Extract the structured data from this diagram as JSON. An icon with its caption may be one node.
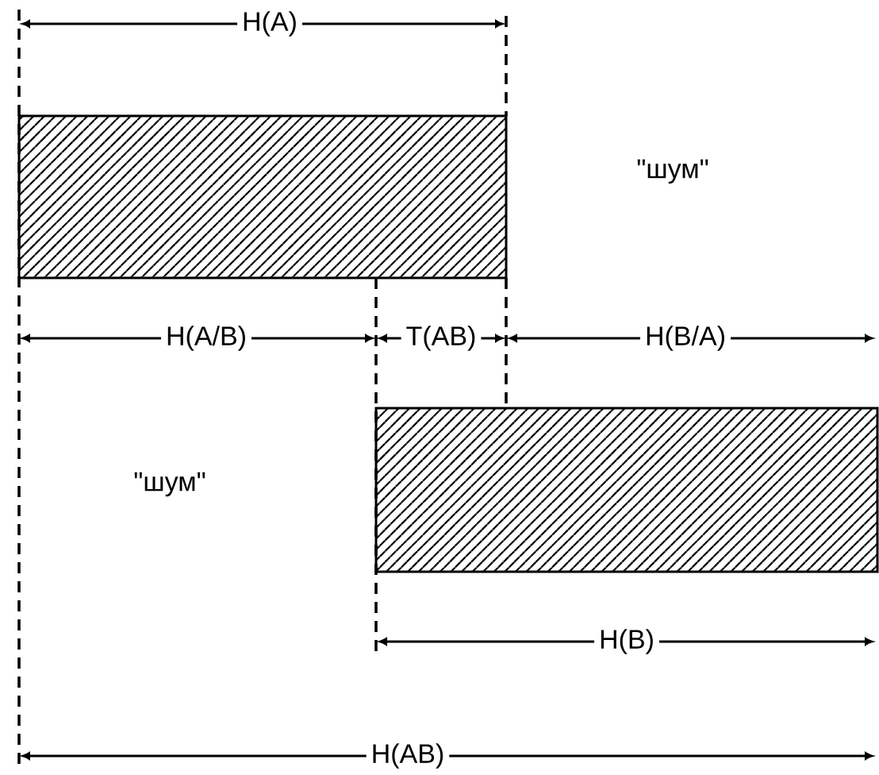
{
  "diagram": {
    "nodes": [
      {
        "text": [],
        "shape": "bar"
      },
      {
        "text": [],
        "shape": "bar"
      }
    ],
    "labels": [
      "H(A)",
      "\"шум\"",
      "H(A/B)",
      "T(AB)",
      "H(B/A)",
      "\"шум\"",
      "H(B)",
      "H(AB)"
    ]
  }
}
